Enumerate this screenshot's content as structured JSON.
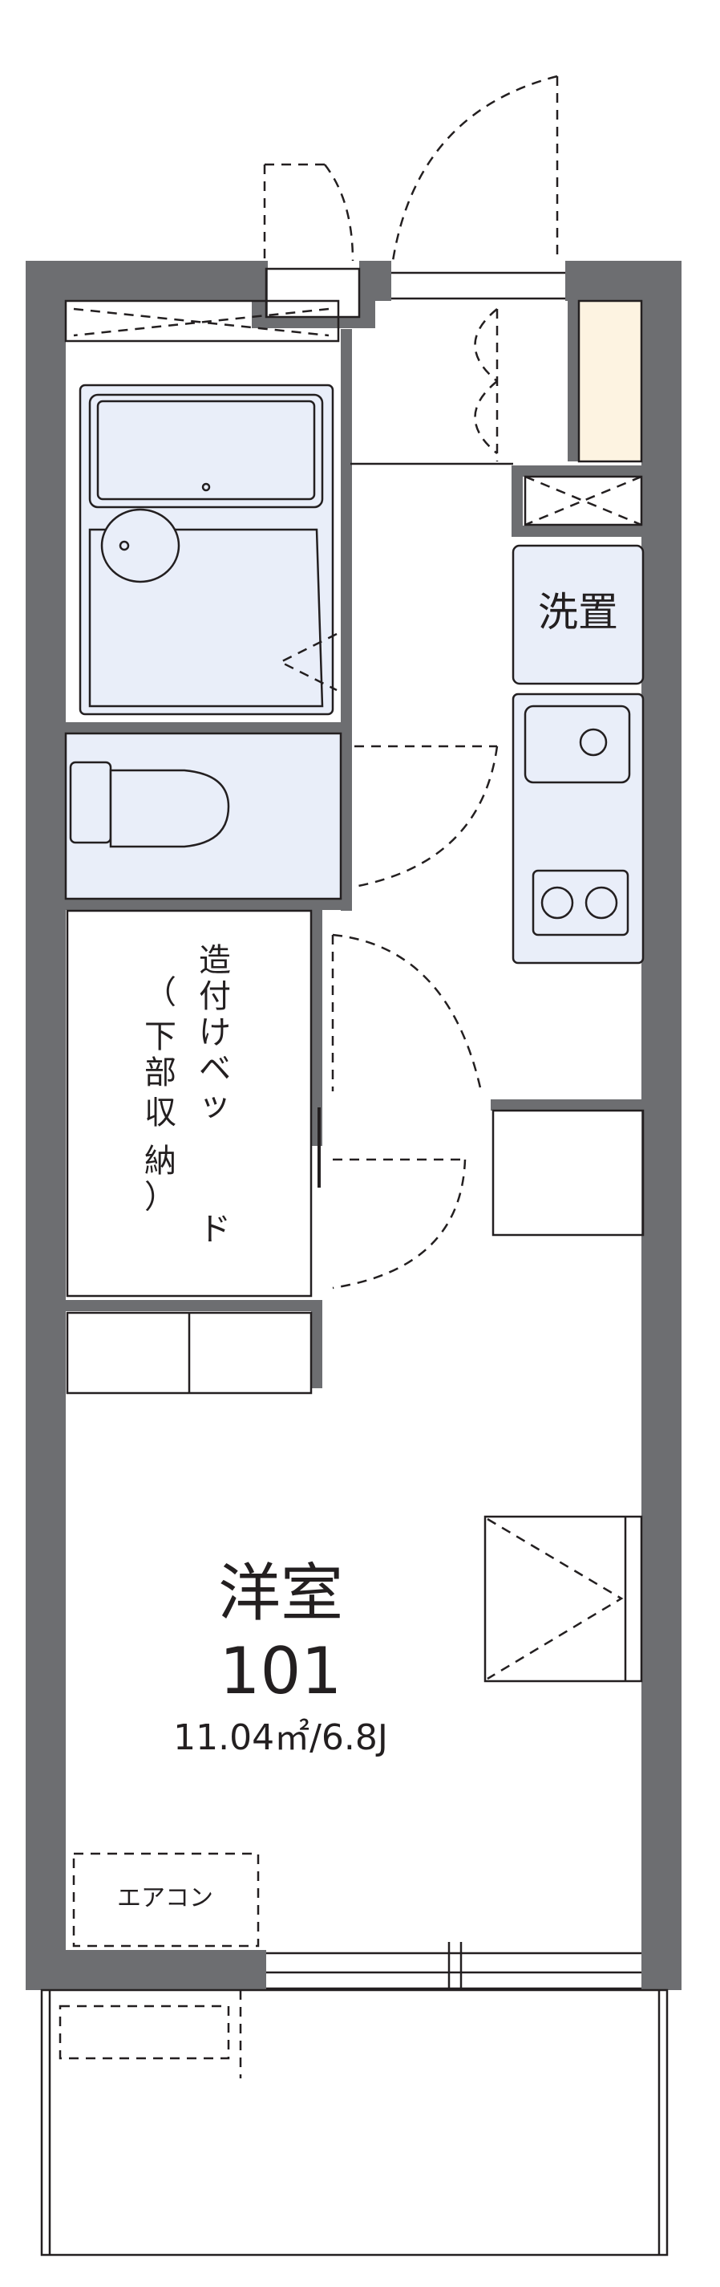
{
  "room": {
    "name": "洋室",
    "number": "101",
    "area": "11.04㎡/6.8J"
  },
  "labels": {
    "washer": "洗置",
    "builtin_bed": [
      "造",
      "付",
      "け",
      "ベ",
      "ッ",
      "ド"
    ],
    "bed_storage": [
      "（",
      "下",
      "部",
      "収",
      "納",
      "）"
    ],
    "aircon": "エアコン"
  },
  "colors": {
    "wall": "#6d6e71",
    "fixture": "#e9eef9",
    "shoe_cabinet": "#fdf3e1",
    "line": "#231f20"
  }
}
